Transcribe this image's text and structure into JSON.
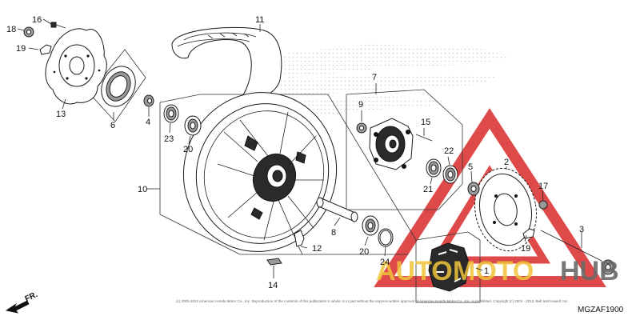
{
  "diagram": {
    "code": "MGZAF1900",
    "front_indicator": "FR.",
    "copyright": "(c) 2003-2013 American Honda Motor Co., Inc. Reproduction of the contents of this publication in whole or in part without the express written approval of American Honda Motor Co., Inc. is prohibited. Copyright (c) 2004 - 2013, Bell and Howell, Inc.",
    "watermark": {
      "left": "AUTO",
      "middle": "MOTO",
      "right": "HUB"
    },
    "colors": {
      "watermark_red": "#d92b2b",
      "watermark_yellow": "#f0c43a",
      "watermark_gray": "#6a6a6a"
    },
    "callouts": [
      {
        "id": "c1",
        "text": "1"
      },
      {
        "id": "c2",
        "text": "2"
      },
      {
        "id": "c3",
        "text": "3"
      },
      {
        "id": "c4",
        "text": "4"
      },
      {
        "id": "c5",
        "text": "5"
      },
      {
        "id": "c6",
        "text": "6"
      },
      {
        "id": "c7",
        "text": "7"
      },
      {
        "id": "c8",
        "text": "8"
      },
      {
        "id": "c9",
        "text": "9"
      },
      {
        "id": "c10",
        "text": "10"
      },
      {
        "id": "c11",
        "text": "11"
      },
      {
        "id": "c12",
        "text": "12"
      },
      {
        "id": "c13",
        "text": "13"
      },
      {
        "id": "c14",
        "text": "14"
      },
      {
        "id": "c15",
        "text": "15"
      },
      {
        "id": "c16",
        "text": "16"
      },
      {
        "id": "c17",
        "text": "17"
      },
      {
        "id": "c18",
        "text": "18"
      },
      {
        "id": "c19a",
        "text": "19"
      },
      {
        "id": "c19b",
        "text": "19"
      },
      {
        "id": "c20a",
        "text": "20"
      },
      {
        "id": "c20b",
        "text": "20"
      },
      {
        "id": "c21",
        "text": "21"
      },
      {
        "id": "c22",
        "text": "22"
      },
      {
        "id": "c23",
        "text": "23"
      },
      {
        "id": "c24",
        "text": "24"
      }
    ]
  }
}
